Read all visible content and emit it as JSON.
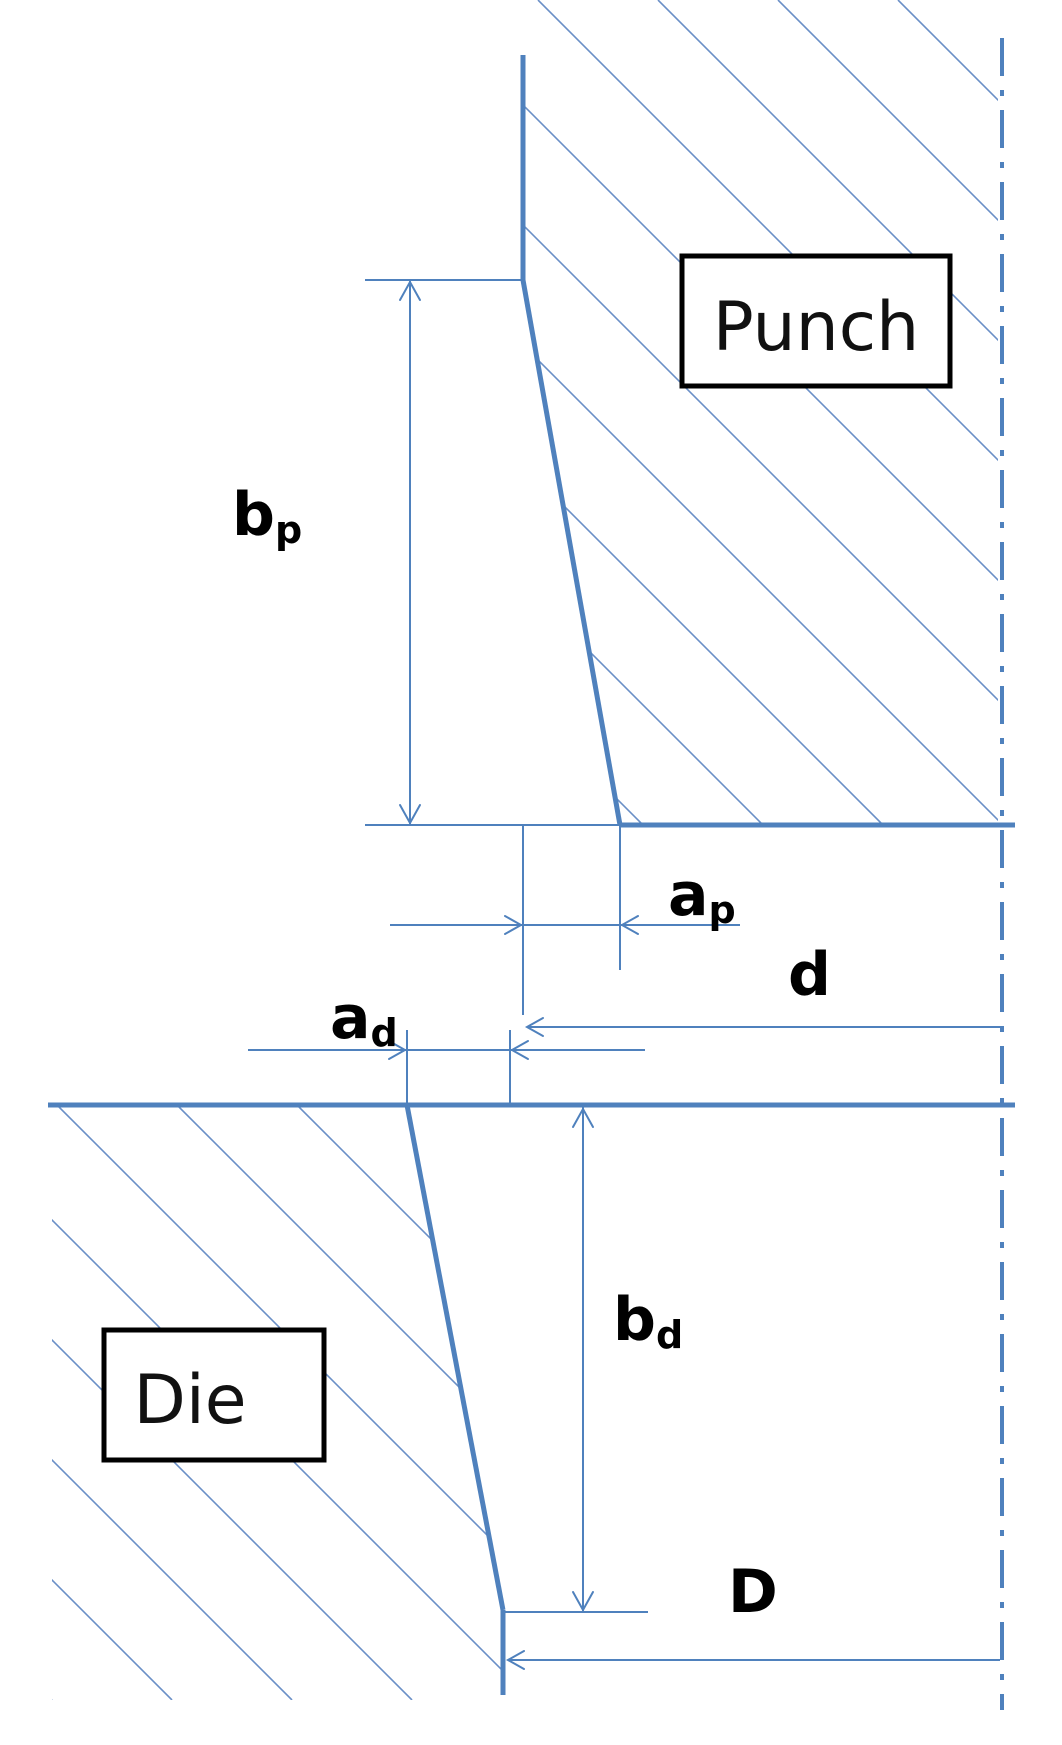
{
  "labels": {
    "punch": "Punch",
    "die": "Die",
    "b_p": {
      "main": "b",
      "sub": "p"
    },
    "a_p": {
      "main": "a",
      "sub": "p"
    },
    "d": "d",
    "a_d": {
      "main": "a",
      "sub": "d"
    },
    "b_d": {
      "main": "b",
      "sub": "d"
    },
    "D": "D"
  },
  "colors": {
    "line": "#4f81bd",
    "hatch": "#6a8fc7",
    "box_border": "#000000",
    "text": "#000000"
  }
}
